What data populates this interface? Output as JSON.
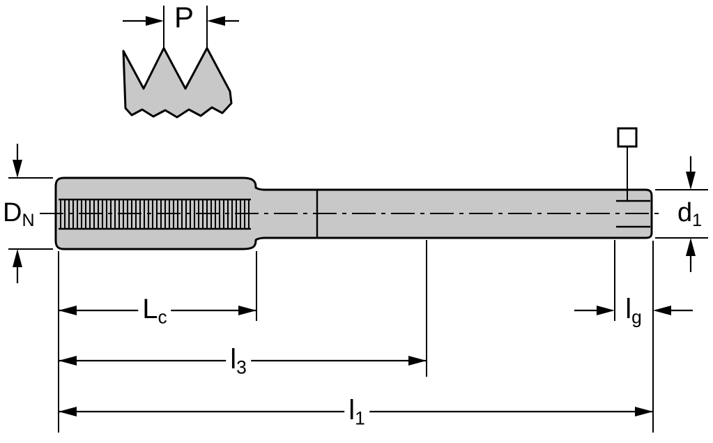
{
  "diagram": {
    "labels": {
      "pitch": {
        "main": "P",
        "sub": ""
      },
      "nominal_diameter": {
        "main": "D",
        "sub": "N"
      },
      "shank_diameter": {
        "main": "d",
        "sub": "1"
      },
      "chamfer_length": {
        "main": "L",
        "sub": "c"
      },
      "length_l3": {
        "main": "l",
        "sub": "3"
      },
      "overall_length": {
        "main": "l",
        "sub": "1"
      },
      "square_length": {
        "main": "l",
        "sub": "g"
      }
    },
    "symbols": {
      "square_drive": "square-drive-symbol",
      "thread_profile": "thread-profile-detail"
    },
    "colors": {
      "line": "#000000",
      "body_fill": "#c8c8c8",
      "background": "#ffffff"
    }
  }
}
